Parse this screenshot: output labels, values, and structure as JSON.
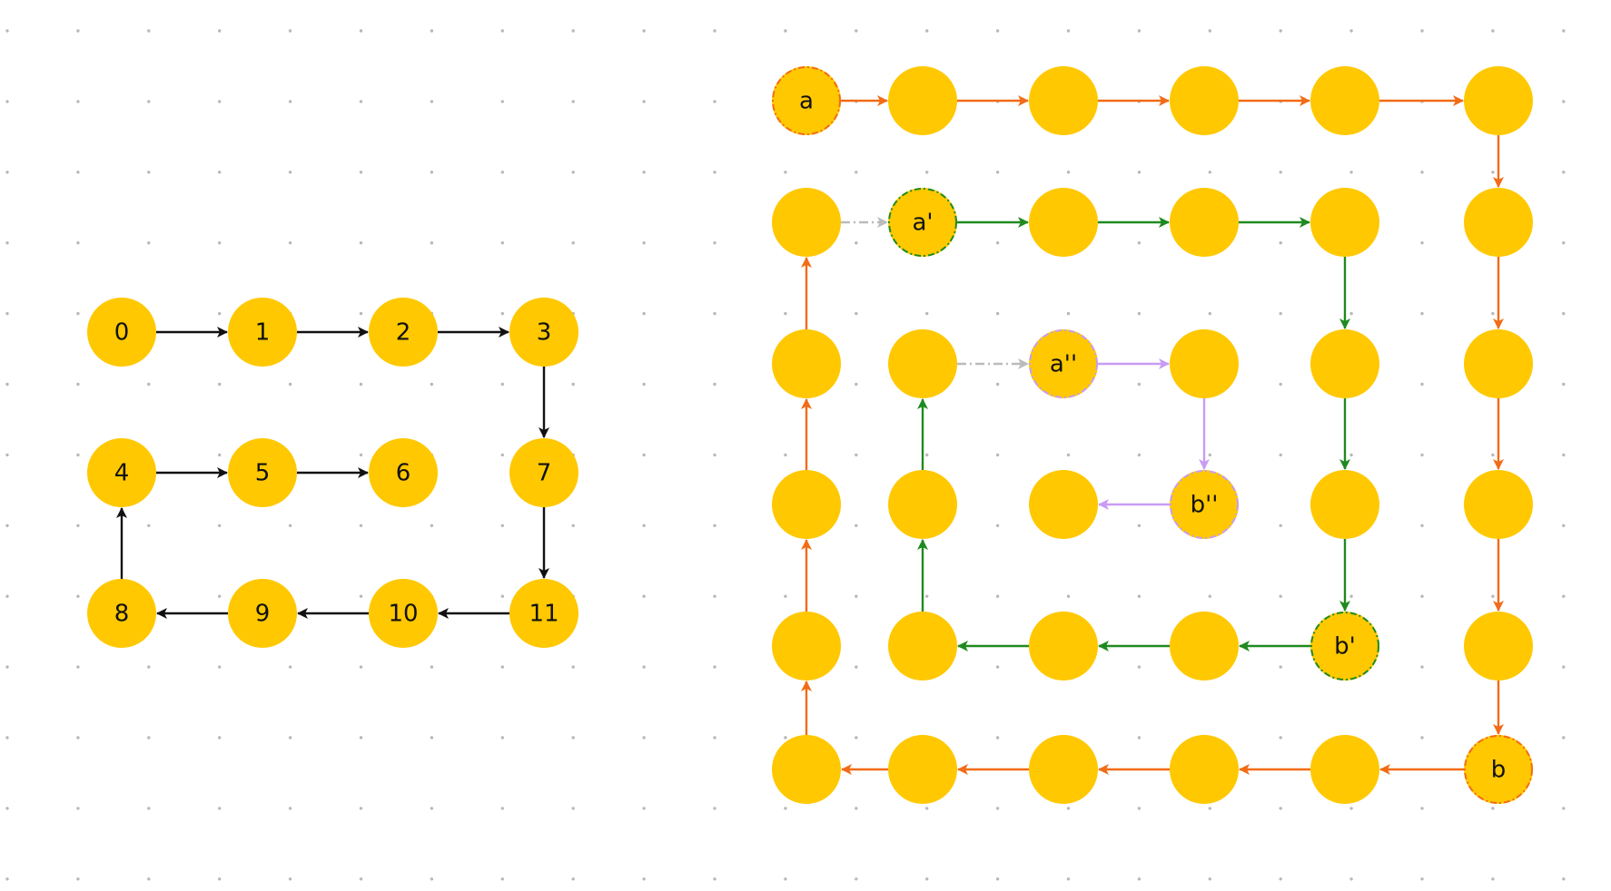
{
  "colors": {
    "background": "#ffffff",
    "grid_dot": "#b8b8b8",
    "node_fill": "#ffc800",
    "left_edge": "#111111",
    "outer_spiral": "#f26b16",
    "middle_spiral": "#1f8a1f",
    "inner_spiral": "#c89cf5",
    "connector": "#bbbbbb"
  },
  "left_diagram": {
    "nodes": [
      {
        "id": "L0",
        "label": "0",
        "col": 0,
        "row": 0
      },
      {
        "id": "L1",
        "label": "1",
        "col": 1,
        "row": 0
      },
      {
        "id": "L2",
        "label": "2",
        "col": 2,
        "row": 0
      },
      {
        "id": "L3",
        "label": "3",
        "col": 3,
        "row": 0
      },
      {
        "id": "L4",
        "label": "4",
        "col": 0,
        "row": 1
      },
      {
        "id": "L5",
        "label": "5",
        "col": 1,
        "row": 1
      },
      {
        "id": "L6",
        "label": "6",
        "col": 2,
        "row": 1
      },
      {
        "id": "L7",
        "label": "7",
        "col": 3,
        "row": 1
      },
      {
        "id": "L8",
        "label": "8",
        "col": 0,
        "row": 2
      },
      {
        "id": "L9",
        "label": "9",
        "col": 1,
        "row": 2
      },
      {
        "id": "L10",
        "label": "10",
        "col": 2,
        "row": 2
      },
      {
        "id": "L11",
        "label": "11",
        "col": 3,
        "row": 2
      }
    ],
    "edges": [
      [
        "L0",
        "L1"
      ],
      [
        "L1",
        "L2"
      ],
      [
        "L2",
        "L3"
      ],
      [
        "L3",
        "L7"
      ],
      [
        "L7",
        "L11"
      ],
      [
        "L11",
        "L10"
      ],
      [
        "L10",
        "L9"
      ],
      [
        "L9",
        "L8"
      ],
      [
        "L8",
        "L4"
      ],
      [
        "L4",
        "L5"
      ],
      [
        "L5",
        "L6"
      ]
    ]
  },
  "right_diagram": {
    "nodes": [
      {
        "id": "a",
        "label": "a",
        "col": 0,
        "row": 0,
        "ring": "outer_spiral"
      },
      {
        "id": "r1",
        "label": "",
        "col": 1,
        "row": 0
      },
      {
        "id": "r2",
        "label": "",
        "col": 2,
        "row": 0
      },
      {
        "id": "r3",
        "label": "",
        "col": 3,
        "row": 0
      },
      {
        "id": "r4",
        "label": "",
        "col": 4,
        "row": 0
      },
      {
        "id": "r5",
        "label": "",
        "col": 5,
        "row": 0
      },
      {
        "id": "r6",
        "label": "",
        "col": 5,
        "row": 1
      },
      {
        "id": "r7",
        "label": "",
        "col": 5,
        "row": 2
      },
      {
        "id": "r8",
        "label": "",
        "col": 5,
        "row": 3
      },
      {
        "id": "r9",
        "label": "",
        "col": 5,
        "row": 4
      },
      {
        "id": "b",
        "label": "b",
        "col": 5,
        "row": 5,
        "ring": "outer_spiral"
      },
      {
        "id": "r11",
        "label": "",
        "col": 4,
        "row": 5
      },
      {
        "id": "r12",
        "label": "",
        "col": 3,
        "row": 5
      },
      {
        "id": "r13",
        "label": "",
        "col": 2,
        "row": 5
      },
      {
        "id": "r14",
        "label": "",
        "col": 1,
        "row": 5
      },
      {
        "id": "r15",
        "label": "",
        "col": 0,
        "row": 5
      },
      {
        "id": "r16",
        "label": "",
        "col": 0,
        "row": 4
      },
      {
        "id": "r17",
        "label": "",
        "col": 0,
        "row": 3
      },
      {
        "id": "r18",
        "label": "",
        "col": 0,
        "row": 2
      },
      {
        "id": "r19",
        "label": "",
        "col": 0,
        "row": 1
      },
      {
        "id": "a1",
        "label": "a'",
        "col": 1,
        "row": 1,
        "ring": "middle_spiral"
      },
      {
        "id": "g1",
        "label": "",
        "col": 2,
        "row": 1
      },
      {
        "id": "g2",
        "label": "",
        "col": 3,
        "row": 1
      },
      {
        "id": "g3",
        "label": "",
        "col": 4,
        "row": 1
      },
      {
        "id": "g4",
        "label": "",
        "col": 4,
        "row": 2
      },
      {
        "id": "g5",
        "label": "",
        "col": 4,
        "row": 3
      },
      {
        "id": "b1",
        "label": "b'",
        "col": 4,
        "row": 4,
        "ring": "middle_spiral"
      },
      {
        "id": "g7",
        "label": "",
        "col": 3,
        "row": 4
      },
      {
        "id": "g8",
        "label": "",
        "col": 2,
        "row": 4
      },
      {
        "id": "g9",
        "label": "",
        "col": 1,
        "row": 4
      },
      {
        "id": "g10",
        "label": "",
        "col": 1,
        "row": 3
      },
      {
        "id": "g11",
        "label": "",
        "col": 1,
        "row": 2
      },
      {
        "id": "a2",
        "label": "a''",
        "col": 2,
        "row": 2,
        "ring": "inner_spiral"
      },
      {
        "id": "p1",
        "label": "",
        "col": 3,
        "row": 2
      },
      {
        "id": "b2",
        "label": "b''",
        "col": 3,
        "row": 3,
        "ring": "inner_spiral"
      },
      {
        "id": "p3",
        "label": "",
        "col": 2,
        "row": 3
      }
    ],
    "edges": [
      {
        "from": "a",
        "to": "r1",
        "style": "outer_spiral"
      },
      {
        "from": "r1",
        "to": "r2",
        "style": "outer_spiral"
      },
      {
        "from": "r2",
        "to": "r3",
        "style": "outer_spiral"
      },
      {
        "from": "r3",
        "to": "r4",
        "style": "outer_spiral"
      },
      {
        "from": "r4",
        "to": "r5",
        "style": "outer_spiral"
      },
      {
        "from": "r5",
        "to": "r6",
        "style": "outer_spiral"
      },
      {
        "from": "r6",
        "to": "r7",
        "style": "outer_spiral"
      },
      {
        "from": "r7",
        "to": "r8",
        "style": "outer_spiral"
      },
      {
        "from": "r8",
        "to": "r9",
        "style": "outer_spiral"
      },
      {
        "from": "r9",
        "to": "b",
        "style": "outer_spiral"
      },
      {
        "from": "b",
        "to": "r11",
        "style": "outer_spiral"
      },
      {
        "from": "r11",
        "to": "r12",
        "style": "outer_spiral"
      },
      {
        "from": "r12",
        "to": "r13",
        "style": "outer_spiral"
      },
      {
        "from": "r13",
        "to": "r14",
        "style": "outer_spiral"
      },
      {
        "from": "r14",
        "to": "r15",
        "style": "outer_spiral"
      },
      {
        "from": "r15",
        "to": "r16",
        "style": "outer_spiral"
      },
      {
        "from": "r16",
        "to": "r17",
        "style": "outer_spiral"
      },
      {
        "from": "r17",
        "to": "r18",
        "style": "outer_spiral"
      },
      {
        "from": "r18",
        "to": "r19",
        "style": "outer_spiral"
      },
      {
        "from": "r19",
        "to": "a1",
        "style": "connector"
      },
      {
        "from": "a1",
        "to": "g1",
        "style": "middle_spiral"
      },
      {
        "from": "g1",
        "to": "g2",
        "style": "middle_spiral"
      },
      {
        "from": "g2",
        "to": "g3",
        "style": "middle_spiral"
      },
      {
        "from": "g3",
        "to": "g4",
        "style": "middle_spiral"
      },
      {
        "from": "g4",
        "to": "g5",
        "style": "middle_spiral"
      },
      {
        "from": "g5",
        "to": "b1",
        "style": "middle_spiral"
      },
      {
        "from": "b1",
        "to": "g7",
        "style": "middle_spiral"
      },
      {
        "from": "g7",
        "to": "g8",
        "style": "middle_spiral"
      },
      {
        "from": "g8",
        "to": "g9",
        "style": "middle_spiral"
      },
      {
        "from": "g9",
        "to": "g10",
        "style": "middle_spiral"
      },
      {
        "from": "g10",
        "to": "g11",
        "style": "middle_spiral"
      },
      {
        "from": "g11",
        "to": "a2",
        "style": "connector"
      },
      {
        "from": "a2",
        "to": "p1",
        "style": "inner_spiral"
      },
      {
        "from": "p1",
        "to": "b2",
        "style": "inner_spiral"
      },
      {
        "from": "b2",
        "to": "p3",
        "style": "inner_spiral"
      }
    ]
  }
}
